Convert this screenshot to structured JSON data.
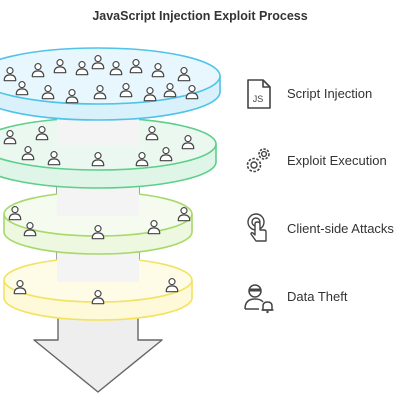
{
  "title": "JavaScript Injection Exploit Process",
  "stages": [
    {
      "label": "Script Injection",
      "icon": "js-file-icon",
      "color": "#4fc3e8",
      "fill": "#d9f1fb"
    },
    {
      "label": "Exploit Execution",
      "icon": "gears-icon",
      "color": "#5ccf8a",
      "fill": "#dff5e7"
    },
    {
      "label": "Client-side Attacks",
      "icon": "hand-click-icon",
      "color": "#a6d96a",
      "fill": "#eef8e1"
    },
    {
      "label": "Data Theft",
      "icon": "thief-bell-icon",
      "color": "#f3e25e",
      "fill": "#fdf9d9"
    }
  ],
  "icons": {
    "person": "person-icon",
    "arrow": "down-arrow-icon"
  },
  "colors": {
    "text": "#333333",
    "outline": "#555555",
    "column": "#f4f4f4",
    "arrow": "#eeeeee"
  }
}
